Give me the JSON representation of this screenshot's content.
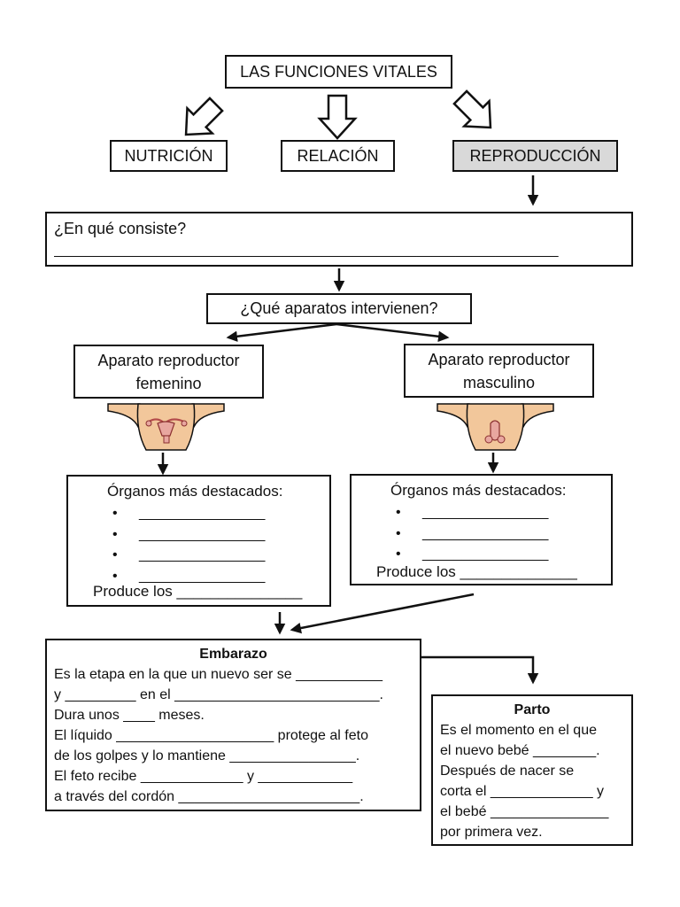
{
  "title": "LAS FUNCIONES VITALES",
  "functions": [
    "NUTRICIÓN",
    "RELACIÓN",
    "REPRODUCCIÓN"
  ],
  "colors": {
    "highlight": "#d9d9d9",
    "skin": "#f2c79b",
    "organ": "#e8a7a0"
  },
  "consiste": {
    "question": "¿En qué consiste?",
    "blank": "________________________________________________________________"
  },
  "aparatos_question": "¿Qué aparatos intervienen?",
  "femenino": {
    "label_line1": "Aparato reproductor",
    "label_line2": "femenino",
    "icon": "female-reproductive-system-icon",
    "organs_title": "Órganos más destacados:",
    "organ_blanks": [
      "________________",
      "________________",
      "________________",
      "________________"
    ],
    "produce": "Produce los _______________"
  },
  "masculino": {
    "label_line1": "Aparato reproductor",
    "label_line2": "masculino",
    "icon": "male-reproductive-system-icon",
    "organs_title": "Órganos más destacados:",
    "organ_blanks": [
      "________________",
      "________________",
      "________________"
    ],
    "produce": "Produce los ______________"
  },
  "embarazo": {
    "title": "Embarazo",
    "lines": [
      "Es la etapa en la que un nuevo ser se ___________",
      "y _________ en el __________________________.",
      "Dura unos ____ meses.",
      "El líquido ____________________ protege al feto",
      "de los golpes y lo mantiene ________________.",
      "El feto recibe _____________ y ____________",
      "a través del cordón _______________________."
    ]
  },
  "parto": {
    "title": "Parto",
    "lines": [
      "Es el momento en el que",
      "el nuevo bebé ________.",
      "Después de nacer se",
      "corta el _____________ y",
      "el bebé _______________",
      "por primera vez."
    ]
  }
}
